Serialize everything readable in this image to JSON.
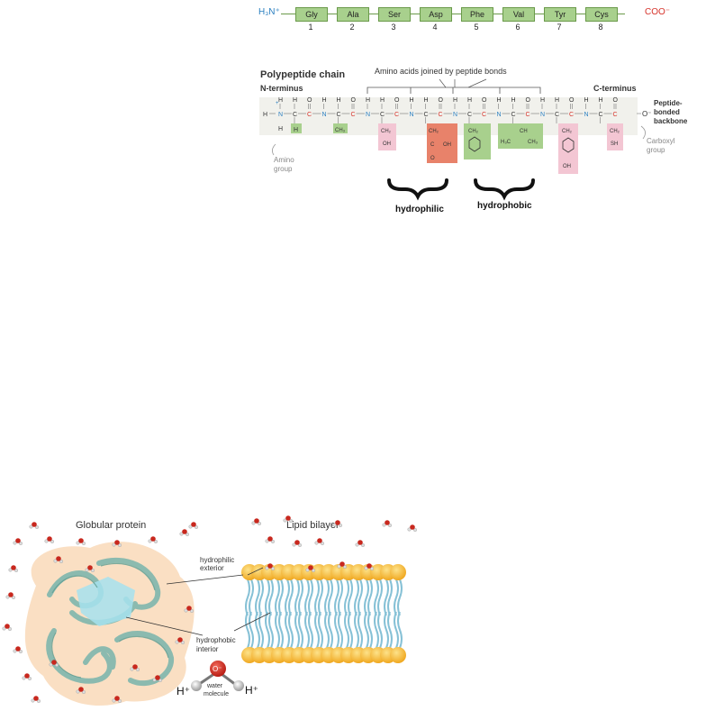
{
  "top_chain": {
    "n_term": "H₃N⁺",
    "c_term": "COO⁻",
    "residues": [
      {
        "name": "Gly",
        "num": "1"
      },
      {
        "name": "Ala",
        "num": "2"
      },
      {
        "name": "Ser",
        "num": "3"
      },
      {
        "name": "Asp",
        "num": "4"
      },
      {
        "name": "Phe",
        "num": "5"
      },
      {
        "name": "Val",
        "num": "6"
      },
      {
        "name": "Tyr",
        "num": "7"
      },
      {
        "name": "Cys",
        "num": "8"
      }
    ]
  },
  "polypeptide": {
    "title": "Polypeptide chain",
    "n_terminus": "N-terminus",
    "c_terminus": "C-terminus",
    "joined_label": "Amino acids joined by peptide bonds",
    "backbone_label": [
      "Peptide-",
      "bonded",
      "backbone"
    ],
    "amino_group": [
      "Amino",
      "group"
    ],
    "carboxyl_group": [
      "Carboxyl",
      "group"
    ],
    "o_minus": "O⁻",
    "side_chains": {
      "gly": "H",
      "ala": "CH₃",
      "ser": [
        "CH₂",
        "OH"
      ],
      "asp": [
        "CH₂",
        "C",
        "O",
        "OH"
      ],
      "phe": [
        "CH₂"
      ],
      "val": [
        "CH",
        "H₃C",
        "CH₃"
      ],
      "tyr": [
        "CH₂",
        "OH"
      ],
      "cys": [
        "CH₂",
        "SH"
      ]
    },
    "braces": {
      "hydrophilic": "hydrophilic",
      "hydrophobic": "hydrophobic"
    }
  },
  "bottom": {
    "globular_title": "Globular protein",
    "lipid_title": "Lipid bilayer",
    "hydrophilic_exterior": [
      "hydrophilic",
      "exterior"
    ],
    "hydrophobic_interior": [
      "hydrophobic",
      "interior"
    ],
    "water": {
      "o_label": "O⁻",
      "h_left": "H⁺",
      "h_right": "H⁺",
      "caption": [
        "water",
        "molecule"
      ]
    }
  },
  "colors": {
    "green_box": "#a8d08d",
    "red_box": "#e8826a",
    "pink_box": "#f3c6d3",
    "backbone_bg": "#f1f1ec",
    "nitrogen_blue": "#2a7fc0",
    "carbon_red": "#d6322a",
    "protein_halo": "#f9dcbd",
    "protein_ribbon": "#7fb7ad",
    "lipid_head": "#f5b730",
    "lipid_tail": "#86c1d6"
  }
}
